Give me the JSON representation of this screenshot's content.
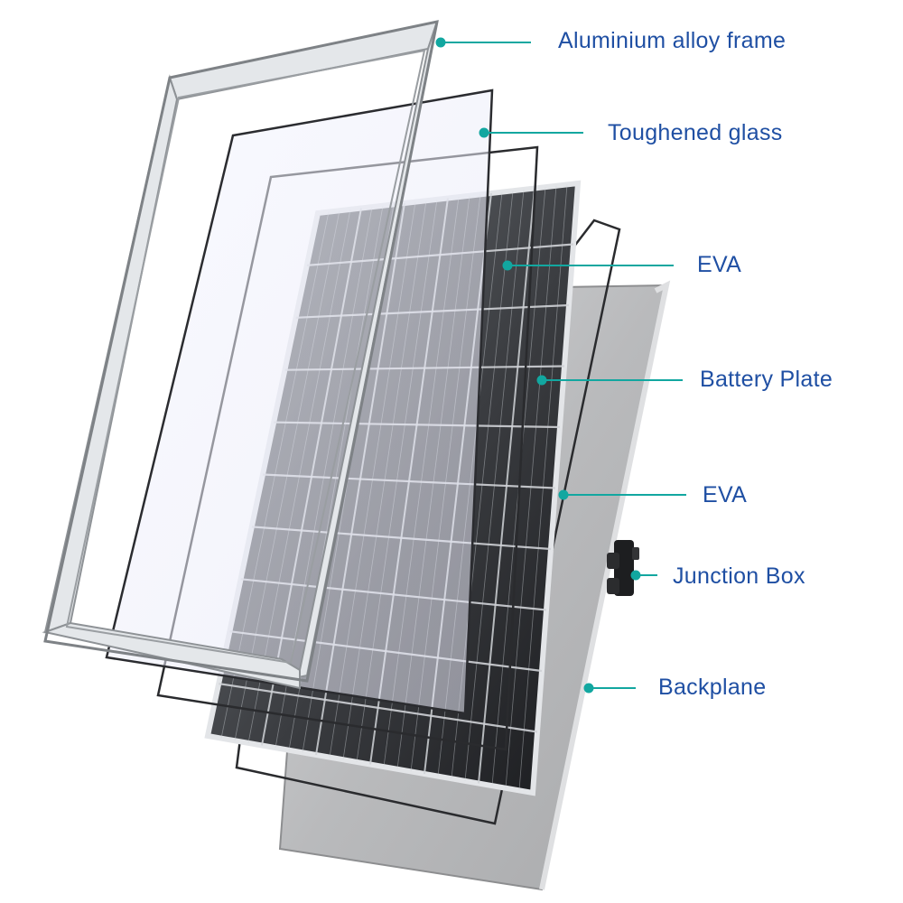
{
  "colors": {
    "label_text": "#1f4fa3",
    "leader_line": "#12a7a0",
    "frame": "#d9dde0",
    "frame_edge": "#8e9296",
    "cell": "#3a3c40",
    "cell_grid": "#cfd2d6",
    "backplane": "#b8b9bb"
  },
  "layers": [
    {
      "name": "Aluminium alloy frame"
    },
    {
      "name": "Toughened glass"
    },
    {
      "name": "EVA"
    },
    {
      "name": "Battery Plate"
    },
    {
      "name": "EVA"
    },
    {
      "name": "Junction Box"
    },
    {
      "name": "Backplane"
    }
  ]
}
